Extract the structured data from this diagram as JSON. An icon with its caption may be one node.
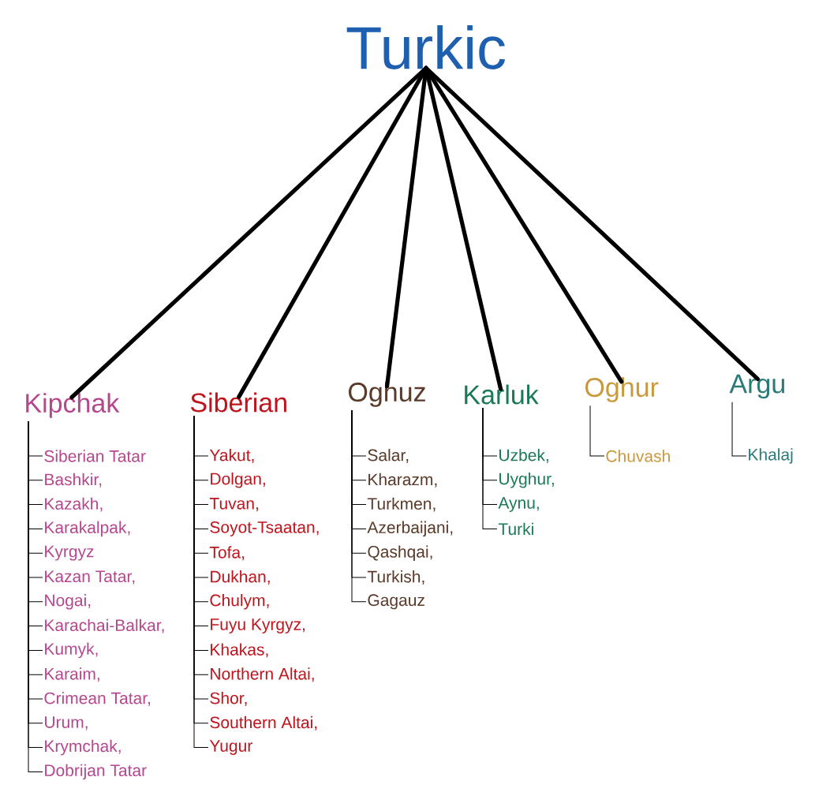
{
  "diagram": {
    "nodes": [
      {
        "text": [
          "Turkic"
        ]
      },
      {
        "text": [
          "Kipchak"
        ]
      },
      {
        "text": [
          "Siberian"
        ]
      },
      {
        "text": [
          "Oghuz"
        ]
      },
      {
        "text": [
          "Karluk"
        ]
      },
      {
        "text": [
          "Oghur"
        ]
      },
      {
        "text": [
          "Argu"
        ]
      },
      {
        "text": [
          "Siberian Tatar"
        ]
      },
      {
        "text": [
          "Bashkir,"
        ]
      },
      {
        "text": [
          "Kazakh,"
        ]
      },
      {
        "text": [
          "Karakalpak,"
        ]
      },
      {
        "text": [
          "Kyrgyz"
        ]
      },
      {
        "text": [
          "Kazan Tatar,"
        ]
      },
      {
        "text": [
          "Nogai,"
        ]
      },
      {
        "text": [
          "Karachai-Balkar,"
        ]
      },
      {
        "text": [
          "Kumyk,"
        ]
      },
      {
        "text": [
          "Karaim,"
        ]
      },
      {
        "text": [
          "Crimean Tatar,"
        ]
      },
      {
        "text": [
          "Urum,"
        ]
      },
      {
        "text": [
          "Krymchak,"
        ]
      },
      {
        "text": [
          "Dobrijan Tatar"
        ]
      },
      {
        "text": [
          "Yakut,"
        ]
      },
      {
        "text": [
          "Dolgan,"
        ]
      },
      {
        "text": [
          "Tuvan,"
        ]
      },
      {
        "text": [
          "Soyot-Tsaatan,"
        ]
      },
      {
        "text": [
          "Tofa,"
        ]
      },
      {
        "text": [
          "Dukhan,"
        ]
      },
      {
        "text": [
          "Chulym,"
        ]
      },
      {
        "text": [
          "Fuyu Kyrgyz,"
        ]
      },
      {
        "text": [
          "Khakas,"
        ]
      },
      {
        "text": [
          "Northern Altai,"
        ]
      },
      {
        "text": [
          "Shor,"
        ]
      },
      {
        "text": [
          "Southern Altai,"
        ]
      },
      {
        "text": [
          "Yugur"
        ]
      },
      {
        "text": [
          "Salar,"
        ]
      },
      {
        "text": [
          "Kharazm,"
        ]
      },
      {
        "text": [
          "Turkmen,"
        ]
      },
      {
        "text": [
          "Azerbaijani,"
        ]
      },
      {
        "text": [
          "Qashqai,"
        ]
      },
      {
        "text": [
          "Turkish,"
        ]
      },
      {
        "text": [
          "Gagauz"
        ]
      },
      {
        "text": [
          "Uzbek,"
        ]
      },
      {
        "text": [
          "Uyghur,"
        ]
      },
      {
        "text": [
          "Aynu,"
        ]
      },
      {
        "text": [
          "Turki"
        ]
      },
      {
        "text": [
          "Chuvash"
        ]
      },
      {
        "text": [
          "Khalaj"
        ]
      }
    ],
    "edges": [
      {
        "from": 0,
        "to": 1,
        "arrow": "none",
        "style": "thick"
      },
      {
        "from": 0,
        "to": 2,
        "arrow": "none",
        "style": "thick"
      },
      {
        "from": 0,
        "to": 3,
        "arrow": "none",
        "style": "thick"
      },
      {
        "from": 0,
        "to": 4,
        "arrow": "none",
        "style": "thick"
      },
      {
        "from": 0,
        "to": 5,
        "arrow": "none",
        "style": "thick"
      },
      {
        "from": 0,
        "to": 6,
        "arrow": "none",
        "style": "thick"
      },
      {
        "from": 1,
        "to": 7,
        "arrow": "none"
      },
      {
        "from": 1,
        "to": 8,
        "arrow": "none"
      },
      {
        "from": 1,
        "to": 9,
        "arrow": "none"
      },
      {
        "from": 1,
        "to": 10,
        "arrow": "none"
      },
      {
        "from": 1,
        "to": 11,
        "arrow": "none"
      },
      {
        "from": 1,
        "to": 12,
        "arrow": "none"
      },
      {
        "from": 1,
        "to": 13,
        "arrow": "none"
      },
      {
        "from": 1,
        "to": 14,
        "arrow": "none"
      },
      {
        "from": 1,
        "to": 15,
        "arrow": "none"
      },
      {
        "from": 1,
        "to": 16,
        "arrow": "none"
      },
      {
        "from": 1,
        "to": 17,
        "arrow": "none"
      },
      {
        "from": 1,
        "to": 18,
        "arrow": "none"
      },
      {
        "from": 1,
        "to": 19,
        "arrow": "none"
      },
      {
        "from": 1,
        "to": 20,
        "arrow": "none"
      },
      {
        "from": 2,
        "to": 21,
        "arrow": "none"
      },
      {
        "from": 2,
        "to": 22,
        "arrow": "none"
      },
      {
        "from": 2,
        "to": 23,
        "arrow": "none"
      },
      {
        "from": 2,
        "to": 24,
        "arrow": "none"
      },
      {
        "from": 2,
        "to": 25,
        "arrow": "none"
      },
      {
        "from": 2,
        "to": 26,
        "arrow": "none"
      },
      {
        "from": 2,
        "to": 27,
        "arrow": "none"
      },
      {
        "from": 2,
        "to": 28,
        "arrow": "none"
      },
      {
        "from": 2,
        "to": 29,
        "arrow": "none"
      },
      {
        "from": 2,
        "to": 30,
        "arrow": "none"
      },
      {
        "from": 2,
        "to": 31,
        "arrow": "none"
      },
      {
        "from": 2,
        "to": 32,
        "arrow": "none"
      },
      {
        "from": 2,
        "to": 33,
        "arrow": "none"
      },
      {
        "from": 3,
        "to": 34,
        "arrow": "none"
      },
      {
        "from": 3,
        "to": 35,
        "arrow": "none"
      },
      {
        "from": 3,
        "to": 36,
        "arrow": "none"
      },
      {
        "from": 3,
        "to": 37,
        "arrow": "none"
      },
      {
        "from": 3,
        "to": 38,
        "arrow": "none"
      },
      {
        "from": 3,
        "to": 39,
        "arrow": "none"
      },
      {
        "from": 3,
        "to": 40,
        "arrow": "none"
      },
      {
        "from": 4,
        "to": 41,
        "arrow": "none"
      },
      {
        "from": 4,
        "to": 42,
        "arrow": "none"
      },
      {
        "from": 4,
        "to": 43,
        "arrow": "none"
      },
      {
        "from": 4,
        "to": 44,
        "arrow": "none"
      },
      {
        "from": 5,
        "to": 45,
        "arrow": "none"
      },
      {
        "from": 6,
        "to": 46,
        "arrow": "none"
      }
    ]
  }
}
